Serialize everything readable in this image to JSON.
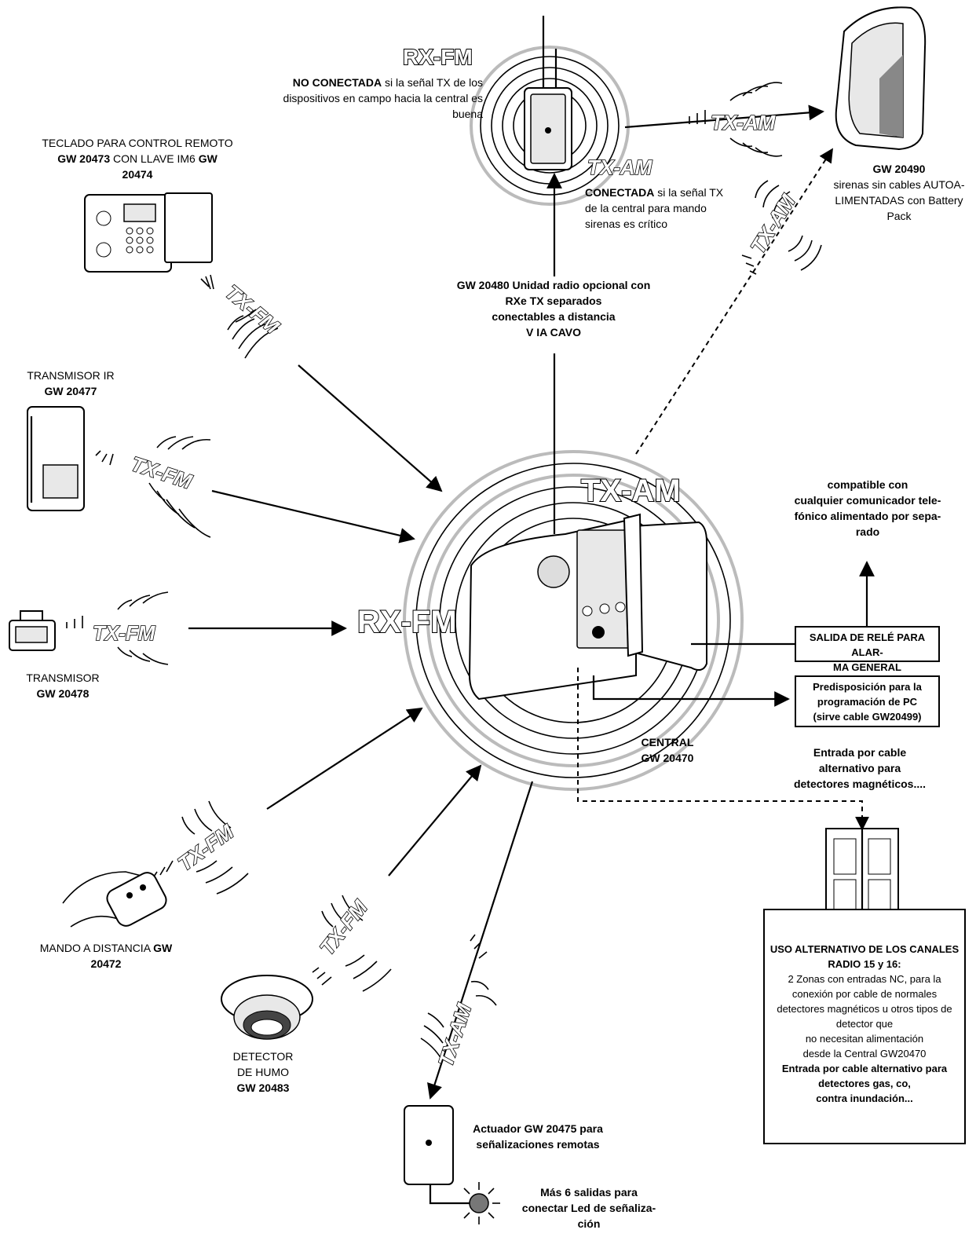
{
  "tags": {
    "rx_fm": "RX-FM",
    "tx_am": "TX-AM",
    "tx_fm": "TX-FM"
  },
  "rx_unit": {
    "note_bold": "NO CONECTADA",
    "note_text": " si la señal TX de los dispositivos en campo hacia la central es buena",
    "conn_bold": "CONECTADA",
    "conn_text": " si la señal TX de la central para mando sirenas es crítico"
  },
  "radio_unit": {
    "line1": "GW 20480 Unidad radio opcional con",
    "line2": "RXe TX separados",
    "line3": "conectables a distancia",
    "line4": "V IA CAVO"
  },
  "keypad": {
    "line1": "TECLADO PARA CONTROL REMOTO",
    "code1": "GW 20473",
    "mid": " CON LLAVE IM6 ",
    "code2": "GW",
    "code3": "20474"
  },
  "siren": {
    "code": "GW 20490",
    "desc1": "sirenas sin cables AUTOA-",
    "desc2": "LIMENTADAS con Battery",
    "desc3": "Pack"
  },
  "ir_tx": {
    "name": "TRANSMISOR IR",
    "code": "GW 20477"
  },
  "tx": {
    "name": "TRANSMISOR",
    "code": "GW 20478"
  },
  "remote": {
    "name": "MANDO A DISTANCIA ",
    "code1": "GW",
    "code2": "20472"
  },
  "smoke": {
    "line1": "DETECTOR",
    "line2": "DE HUMO",
    "code": "GW 20483"
  },
  "actuator": {
    "line1": "Actuador GW 20475 para",
    "line2": "señalizaciones remotas",
    "out1": "Más 6 salidas para",
    "out2": "conectar Led de señaliza-",
    "out3": "ción"
  },
  "central": {
    "name": "CENTRAL",
    "code": "GW 20470"
  },
  "comm": {
    "line1": "compatible con",
    "line2": "cualquier comunicador tele-",
    "line3": "fónico alimentado por sepa-",
    "line4": "rado"
  },
  "relay": {
    "line1": "SALIDA DE RELÉ PARA ALAR-",
    "line2": "MA GENERAL"
  },
  "pc": {
    "line1": "Predisposición para la",
    "line2": "programación de PC",
    "line3": "(sirve cable GW20499)"
  },
  "cable_in": {
    "line1": "Entrada por cable",
    "line2": "alternativo para",
    "line3": "detectores magnéticos...."
  },
  "alt_box": {
    "title1": "USO ALTERNATIVO DE LOS CANALES",
    "title2": "RADIO 15 y 16:",
    "l1": "2 Zonas con entradas NC, para la",
    "l2": "conexión por cable de normales",
    "l3": "detectores magnéticos u otros tipos de",
    "l4": "detector que",
    "l5": "no necesitan alimentación",
    "l6": "desde la Central GW20470",
    "b1": "Entrada por cable alternativo para",
    "b2": "detectores gas, co,",
    "b3": "contra inundación..."
  }
}
